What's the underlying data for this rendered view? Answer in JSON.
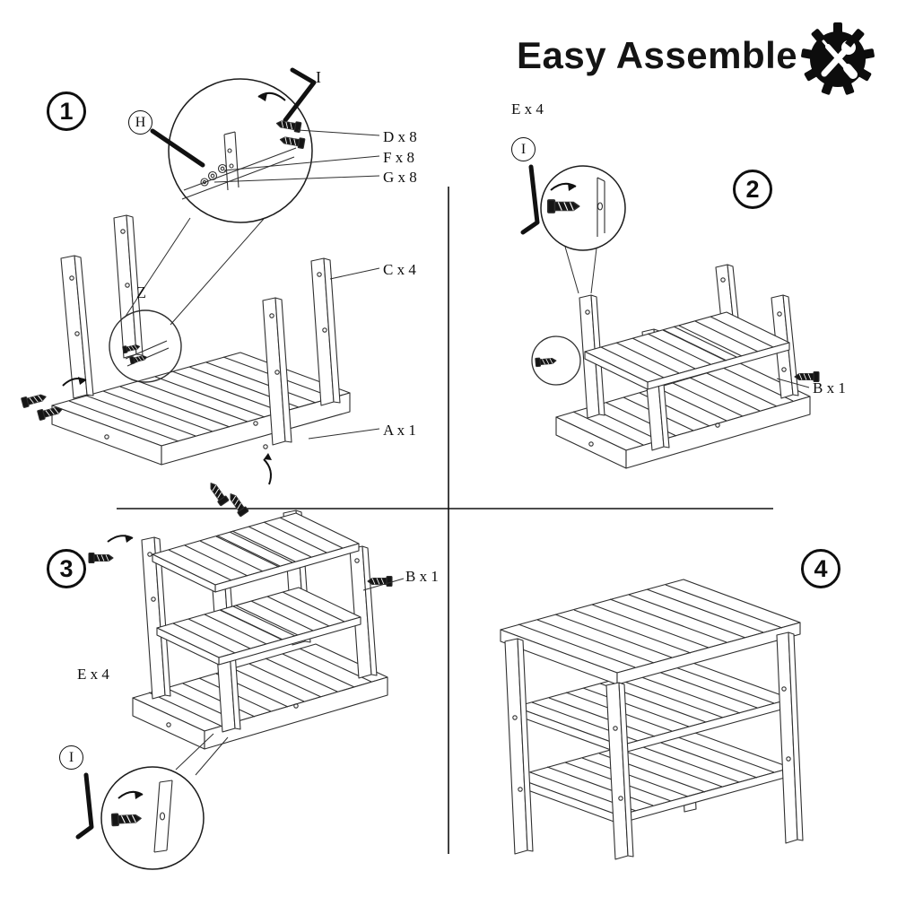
{
  "header": {
    "title": "Easy Assemble",
    "icon": "gear-with-tools"
  },
  "colors": {
    "ink": "#111111",
    "line": "#2f2f2f"
  },
  "steps": [
    {
      "number": "1",
      "labels": {
        "i": "I",
        "h": "H",
        "z": "Z",
        "d": "D x 8",
        "f": "F x 8",
        "g": "G x 8",
        "c": "C x 4",
        "a": "A x 1"
      }
    },
    {
      "number": "2",
      "labels": {
        "e": "E x 4",
        "i": "I",
        "b": "B x 1"
      }
    },
    {
      "number": "3",
      "labels": {
        "b": "B x 1",
        "e": "E x 4",
        "i": "I"
      }
    },
    {
      "number": "4",
      "labels": {}
    }
  ]
}
